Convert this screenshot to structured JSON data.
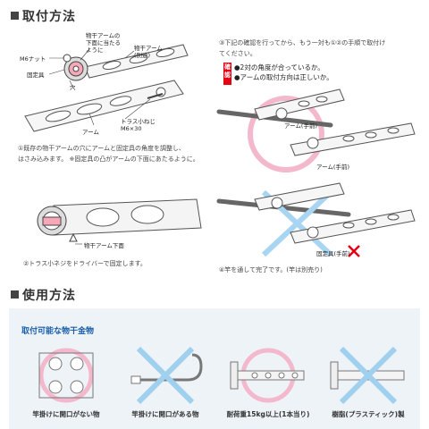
{
  "section1": {
    "title": "取付方法"
  },
  "step1": {
    "text_line1": "①既存の物干アームの穴にアームと固定具の角度を調整し、",
    "text_line2": "はさみ込みます。 ※固定具の凸がアームの下面にあたるように。",
    "labels": {
      "m6nut": "M6ナット",
      "fixture": "固定具",
      "bump_note1": "物干アームの",
      "bump_note2": "下面に当たる",
      "bump_note3": "ように",
      "dry_arm1": "物干アーム",
      "dry_arm2": "(別途)",
      "hole": "穴",
      "arm": "アーム",
      "screw1": "トラス小ねじ",
      "screw2": "M6×30"
    }
  },
  "step2": {
    "label_underside": "物干アーム下面",
    "text": "②トラス小ネジをドライバーで固定します。"
  },
  "step3": {
    "text_line1": "③下記の確認を行ってから、もう一対も①②の手順で取付け",
    "text_line2": "てください。",
    "badge": "確認",
    "check1": "●2対の角度が合っているか。",
    "check2": "●アームの取付方向は正しいか。",
    "arm_front_a": "アーム(手前)",
    "arm_front_b": "アーム(手前)",
    "wrong_label": "固定具(手前)"
  },
  "step4": {
    "text": "④竿を通して完了です。(竿は別売り)"
  },
  "section2": {
    "title": "使用方法"
  },
  "usage": {
    "subtitle": "取付可能な物干金物",
    "items": [
      {
        "caption": "竿掛けに開口がない物",
        "ok": true
      },
      {
        "caption": "竿掛けに開口がある物",
        "ok": false
      },
      {
        "caption": "耐荷重15kg以上(1本当り)",
        "ok": true
      },
      {
        "caption": "樹脂(プラスティック)製",
        "ok": false
      }
    ]
  },
  "colors": {
    "accent_red": "#e60012",
    "ok_circle": "#f4b8cc",
    "ng_cross": "#9fd0ee",
    "title_blue": "#1a5fa8",
    "panel_bg": "#eef3f8"
  }
}
